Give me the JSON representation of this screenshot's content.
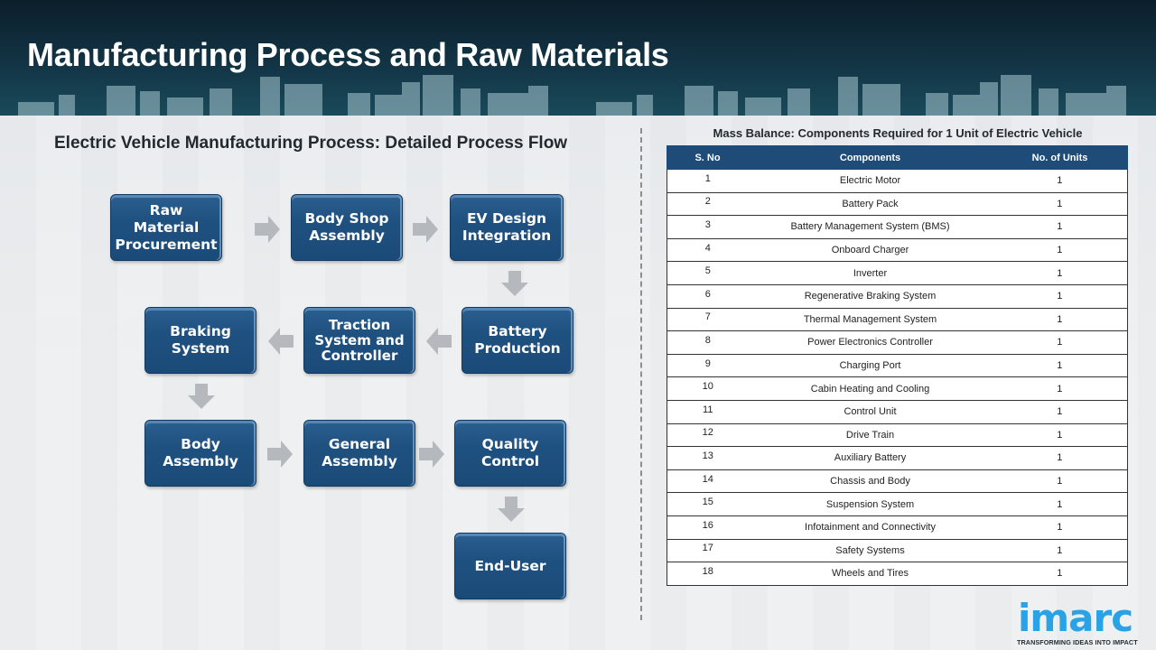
{
  "header": {
    "title": "Manufacturing Process and Raw Materials"
  },
  "flow": {
    "title": "Electric Vehicle Manufacturing Process: Detailed Process Flow",
    "steps": [
      {
        "label": "Raw Material\nProcurement"
      },
      {
        "label": "Body Shop\nAssembly"
      },
      {
        "label": "EV Design\nIntegration"
      },
      {
        "label": "Battery\nProduction"
      },
      {
        "label": "Traction\nSystem and\nController"
      },
      {
        "label": "Braking\nSystem"
      },
      {
        "label": "Body\nAssembly"
      },
      {
        "label": "General\nAssembly"
      },
      {
        "label": "Quality\nControl"
      },
      {
        "label": "End-User"
      }
    ]
  },
  "table": {
    "title": "Mass Balance: Components Required for 1 Unit of Electric Vehicle",
    "headers": [
      "S. No",
      "Components",
      "No. of Units"
    ],
    "rows": [
      [
        "1",
        "Electric Motor",
        "1"
      ],
      [
        "2",
        "Battery Pack",
        "1"
      ],
      [
        "3",
        "Battery Management System (BMS)",
        "1"
      ],
      [
        "4",
        "Onboard Charger",
        "1"
      ],
      [
        "5",
        "Inverter",
        "1"
      ],
      [
        "6",
        "Regenerative Braking System",
        "1"
      ],
      [
        "7",
        "Thermal Management System",
        "1"
      ],
      [
        "8",
        "Power Electronics Controller",
        "1"
      ],
      [
        "9",
        "Charging Port",
        "1"
      ],
      [
        "10",
        "Cabin Heating and Cooling",
        "1"
      ],
      [
        "11",
        "Control Unit",
        "1"
      ],
      [
        "12",
        "Drive Train",
        "1"
      ],
      [
        "13",
        "Auxiliary Battery",
        "1"
      ],
      [
        "14",
        "Chassis and Body",
        "1"
      ],
      [
        "15",
        "Suspension System",
        "1"
      ],
      [
        "16",
        "Infotainment and Connectivity",
        "1"
      ],
      [
        "17",
        "Safety Systems",
        "1"
      ],
      [
        "18",
        "Wheels and Tires",
        "1"
      ]
    ]
  },
  "logo": {
    "word": "imarc",
    "tagline": "TRANSFORMING IDEAS INTO IMPACT"
  },
  "colors": {
    "header_bg": "#123445",
    "step_fill": "#1f5180",
    "table_header": "#1e4b78",
    "logo_blue": "#29a3e6"
  }
}
